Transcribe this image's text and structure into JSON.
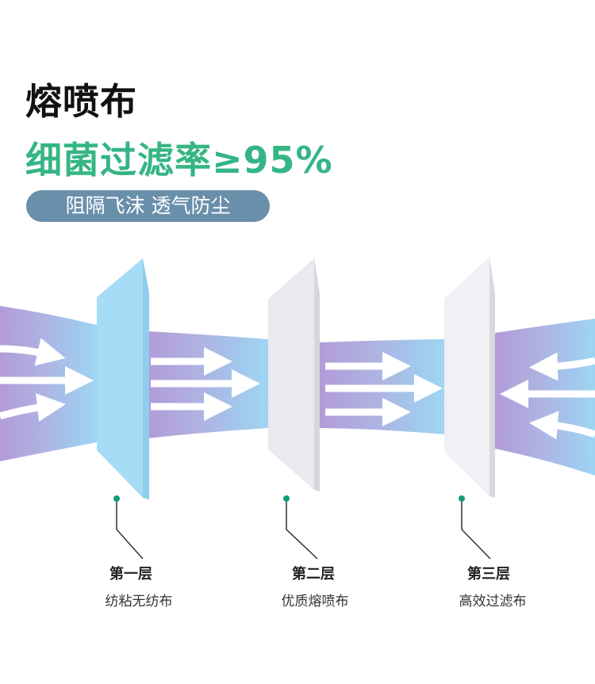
{
  "title": "熔喷布",
  "subtitle": "细菌过滤率≥95%",
  "tagline": "阻隔飞沫 透气防尘",
  "colors": {
    "title": "#111111",
    "accent": "#35b585",
    "pill": "#6a8fab",
    "layer1": "#a6dcf5",
    "layer2": "#e9e9ef",
    "dot": "#139a78"
  },
  "layers": [
    {
      "name": "第一层",
      "desc": "纺粘无纺布"
    },
    {
      "name": "第二层",
      "desc": "优质熔喷布"
    },
    {
      "name": "第三层",
      "desc": "高效过滤布"
    }
  ]
}
